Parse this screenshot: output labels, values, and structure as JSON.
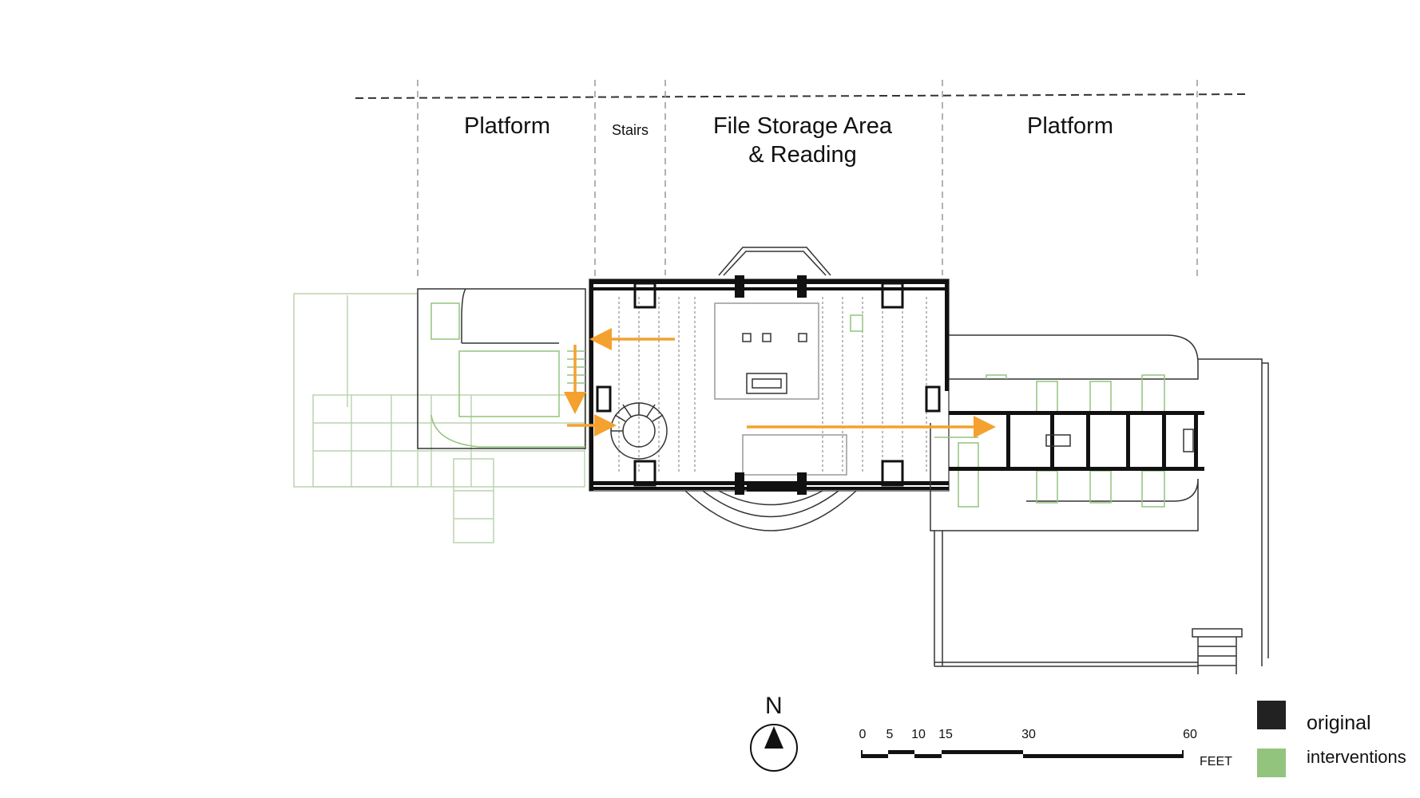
{
  "zones": [
    {
      "id": "platform-west",
      "label": "Platform"
    },
    {
      "id": "stairs",
      "label": "Stairs"
    },
    {
      "id": "file-storage",
      "label": "File Storage Area\n& Reading"
    },
    {
      "id": "platform-east",
      "label": "Platform"
    }
  ],
  "north": {
    "letter": "N"
  },
  "scale_bar": {
    "ticks": [
      "0",
      "5",
      "10",
      "15",
      "30",
      "60"
    ],
    "unit": "FEET"
  },
  "legend": {
    "items": [
      {
        "label": "original",
        "color": "#222222"
      },
      {
        "label": "interventions",
        "color": "#93c47d"
      }
    ]
  },
  "colors": {
    "circulation_arrow": "#f4a12f",
    "original_wall": "#111111",
    "intervention": "#93c47d",
    "context_line": "#bcd4b0"
  }
}
